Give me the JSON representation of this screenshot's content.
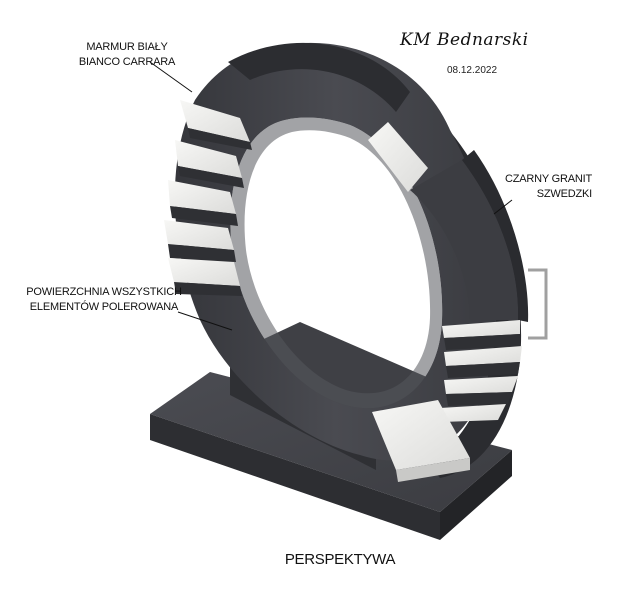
{
  "signature": {
    "text": "KM Bednarski",
    "date": "08.12.2022"
  },
  "labels": {
    "marble": [
      "MARMUR BIAŁY",
      "BIANCO CARRARA"
    ],
    "granite": [
      "CZARNY GRANIT",
      "SZWEDZKI"
    ],
    "polished": [
      "POWIERZCHNIA WSZYSTKICH",
      "ELEMENTÓW POLEROWANA"
    ]
  },
  "caption": "PERSPEKTYWA",
  "colors": {
    "granite_dark": "#3a3b3f",
    "granite_mid": "#4a4b50",
    "granite_side": "#2c2d31",
    "marble": "#eeeeec",
    "marble_shadow": "#d2d2d0"
  }
}
